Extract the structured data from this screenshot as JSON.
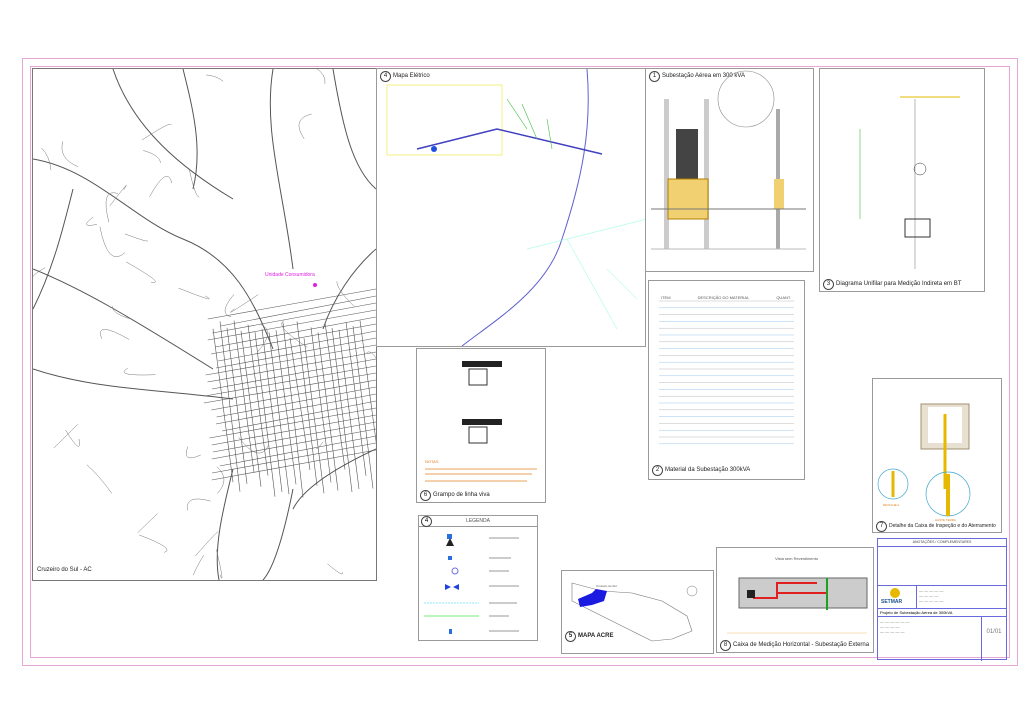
{
  "map": {
    "city_label": "Cruzeiro do Sul - AC",
    "consumer_label": "Unidade Consumidora"
  },
  "panels": {
    "electric_map": {
      "num": "4",
      "title": "Mapa Elétrico"
    },
    "substation": {
      "num": "1",
      "title": "Subestação Aérea em 300 kVA"
    },
    "single_line": {
      "num": "3",
      "title": "Diagrama Unifilar para Medição Indireta em BT"
    },
    "material": {
      "num": "2",
      "title": "Material da Subestação 300kVA",
      "headers": [
        "ITEM",
        "DESCRIÇÃO DO MATERIAL",
        "QUANT."
      ]
    },
    "clamp": {
      "num": "6",
      "title": "Grampo de linha viva",
      "note_title": "NOTAS"
    },
    "legend": {
      "num": "4",
      "title": "LEGENDA"
    },
    "acre_map": {
      "num": "5",
      "title": "MAPA ACRE",
      "region_label": "Cruzeiro do Sul"
    },
    "meter_box": {
      "num": "8",
      "title": "Caixa de Medição Horizontal - Subestação Externa",
      "subtitle": "Vista sem Revestimento"
    },
    "grounding": {
      "num": "7",
      "title": "Detalhe da Caixa de Inspeção e do Aterramento",
      "detail_a": "DETALHE A",
      "detail_b": "HASTE TERRA"
    }
  },
  "title_block": {
    "header": "ANOTAÇÕES / COMPLEMENTARES",
    "logo": "SETMAR",
    "project": "Projeto de Subestação Aérea de 300kVA",
    "sheet": "01/01"
  },
  "colors": {
    "border": "#e6a6d6",
    "road": "#555555",
    "accent": "#e6b800",
    "title_block": "#6a6ae0"
  }
}
